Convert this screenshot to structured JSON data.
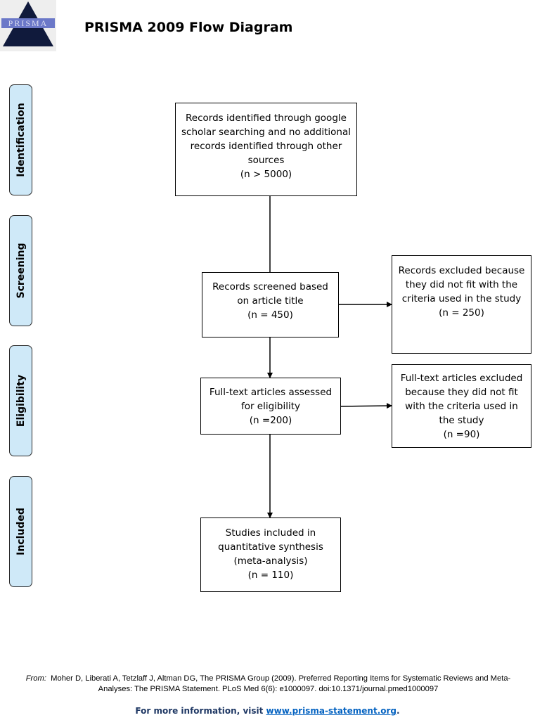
{
  "logo": {
    "text": "PRISMA"
  },
  "title": "PRISMA 2009 Flow Diagram",
  "phases": {
    "identification": "Identification",
    "screening": "Screening",
    "eligibility": "Eligibility",
    "included": "Included"
  },
  "boxes": {
    "identified": {
      "lines": [
        "Records identified through google",
        "scholar searching and no additional",
        "records identified through other",
        "sources",
        "(n > 5000)"
      ]
    },
    "screened": {
      "lines": [
        "Records screened based",
        "on article title",
        "(n = 450)"
      ]
    },
    "excluded_records": {
      "lines": [
        "Records excluded because",
        "they did not fit with the",
        "criteria used in the study",
        "(n = 250)"
      ]
    },
    "fulltext_assessed": {
      "lines": [
        "Full-text articles assessed",
        "for eligibility",
        "(n =200)"
      ]
    },
    "fulltext_excluded": {
      "lines": [
        "Full-text articles excluded",
        "because they did not fit",
        "with the criteria used in",
        "the study",
        "(n =90)"
      ]
    },
    "included": {
      "lines": [
        "Studies included in",
        "quantitative synthesis",
        "(meta-analysis)",
        "(n = 110)"
      ]
    }
  },
  "citation": {
    "from_label": "From:",
    "line1": "Moher D, Liberati A, Tetzlaff J, Altman DG, The PRISMA Group (2009). Preferred Reporting Items for Systematic Reviews and Meta-",
    "line2": "Analyses: The PRISMA Statement. PLoS Med 6(6): e1000097. doi:10.1371/journal.pmed1000097"
  },
  "footer": {
    "prefix": "For more information, visit ",
    "link_text": "www.prisma-statement.org",
    "suffix": "."
  }
}
